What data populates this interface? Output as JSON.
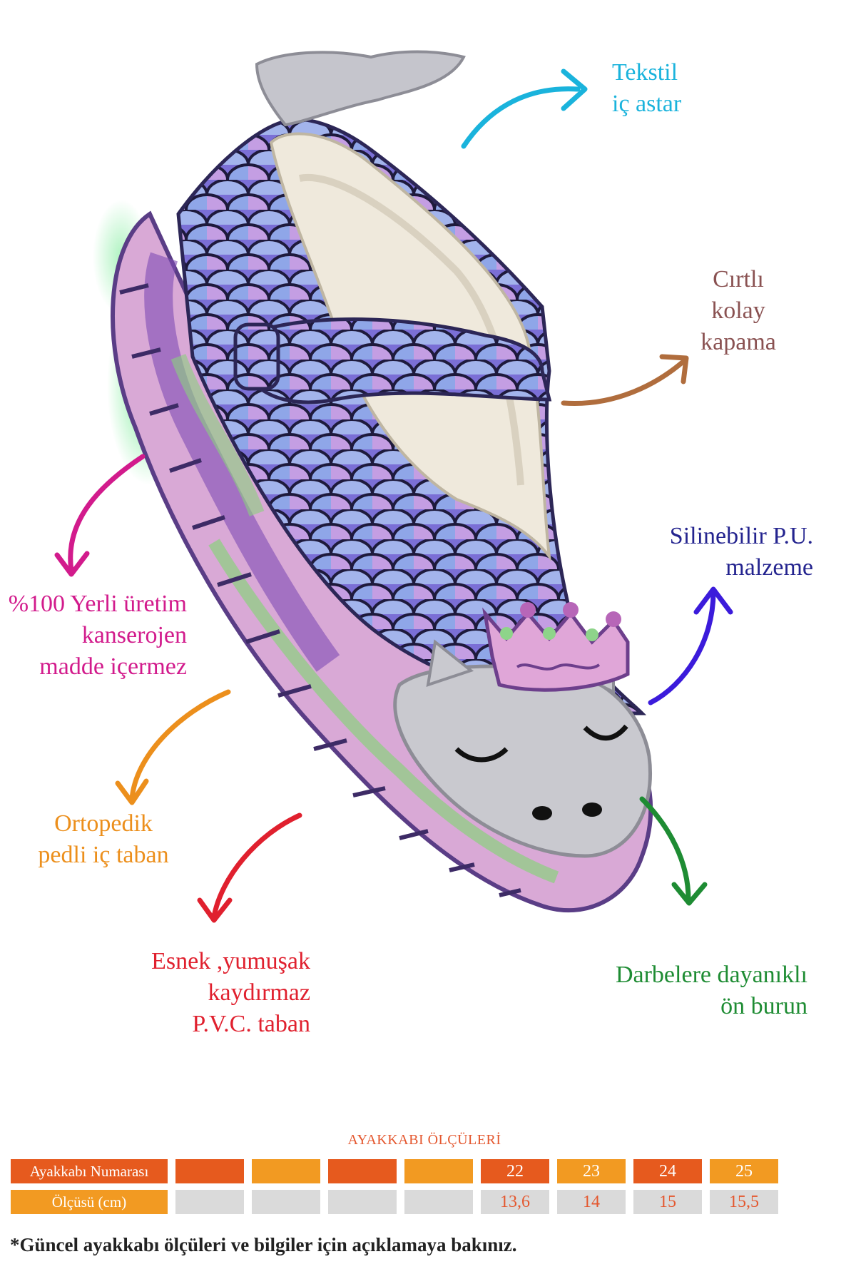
{
  "features": [
    {
      "id": "lining",
      "text": "Tekstil\niç astar",
      "color": "#1ab3dc"
    },
    {
      "id": "closure",
      "text": "Cırtlı\nkolay\nkapama",
      "color": "#8a5252"
    },
    {
      "id": "material",
      "text": "Silinebilir P.U.\nmalzeme",
      "color": "#24248f"
    },
    {
      "id": "origin",
      "text": "%100 Yerli üretim\nkanserojen\nmadde içermez",
      "color": "#d21b8c"
    },
    {
      "id": "insole",
      "text": "Ortopedik\npedli iç taban",
      "color": "#ec8f1c"
    },
    {
      "id": "sole",
      "text": "Esnek ,yumuşak\nkaydırmaz\nP.V.C. taban",
      "color": "#e0202e"
    },
    {
      "id": "toe",
      "text": "Darbelere dayanıklı\nön burun",
      "color": "#1e8c33"
    }
  ],
  "size_table": {
    "title": "AYAKKABI ÖLÇÜLERİ",
    "row1_label": "Ayakkabı Numarası",
    "row2_label": "Ölçüsü (cm)",
    "sizes": [
      "",
      "",
      "",
      "",
      "22",
      "23",
      "24",
      "25"
    ],
    "measures": [
      "",
      "",
      "",
      "",
      "13,6",
      "14",
      "15",
      "15,5"
    ],
    "colors": {
      "dark": "#e65a1e",
      "light": "#f29a22",
      "grey": "#dadada",
      "value_text": "#e4572e"
    }
  },
  "footnote": "*Güncel ayakkabı ölçüleri ve bilgiler için açıklamaya bakınız."
}
